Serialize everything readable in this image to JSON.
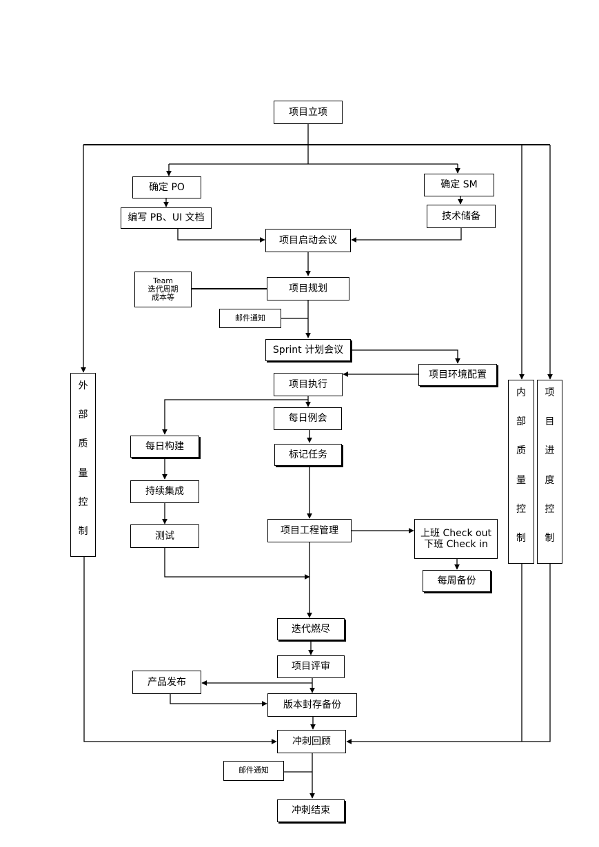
{
  "nodes": {
    "project_init": "项目立项",
    "define_po": "确定 PO",
    "define_sm": "确定 SM",
    "write_docs": "编写 PB、UI 文档",
    "tech_reserve": "技术储备",
    "kickoff": "项目启动会议",
    "team_info": "Team\n迭代周期\n成本等",
    "planning": "项目规划",
    "email_notice_1": "邮件通知",
    "sprint_meeting": "Sprint 计划会议",
    "env_config": "项目环境配置",
    "execution": "项目执行",
    "daily_meeting": "每日例会",
    "daily_build": "每日构建",
    "mark_tasks": "标记任务",
    "ci": "持续集成",
    "test": "测试",
    "eng_management": "项目工程管理",
    "check_in_out": "上班 Check out\n下班 Check in",
    "weekly_backup": "每周备份",
    "burndown": "迭代燃尽",
    "review": "项目评审",
    "release": "产品发布",
    "version_archive": "版本封存备份",
    "retrospective": "冲刺回顾",
    "email_notice_2": "邮件通知",
    "sprint_end": "冲刺结束"
  },
  "side_bars": {
    "external_qc": [
      "外",
      "部",
      "质",
      "量",
      "控",
      "制"
    ],
    "internal_qc": [
      "内",
      "部",
      "质",
      "量",
      "控",
      "制"
    ],
    "progress_control": [
      "项",
      "目",
      "进",
      "度",
      "控",
      "制"
    ]
  }
}
